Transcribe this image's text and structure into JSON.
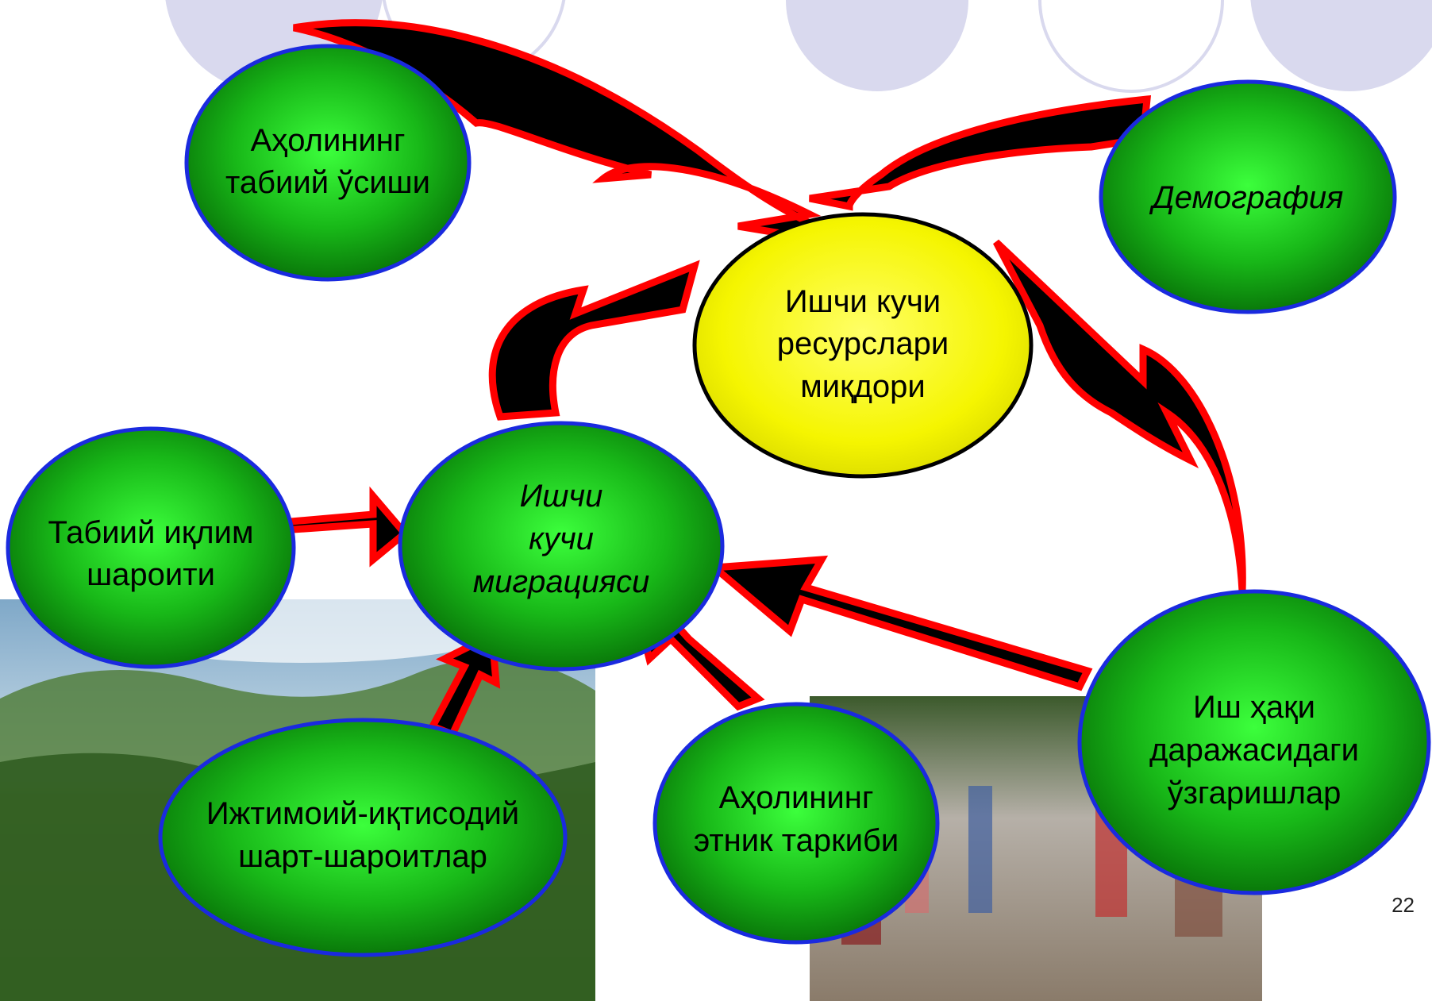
{
  "slide": {
    "page_number": "22",
    "colors": {
      "background": "#ffffff",
      "deco_circle": "#d9d9ee",
      "node_green": "#0a8a0a",
      "node_green_light": "#33ff33",
      "node_border": "#1a2adf",
      "center_yellow": "#ffff33",
      "arrow_fill": "#000000",
      "arrow_outline": "#ff0000"
    }
  },
  "nodes": {
    "center": {
      "lines": [
        "Ишчи кучи",
        "ресурслари",
        "миқдори"
      ]
    },
    "natural_growth": {
      "lines": [
        "Аҳолининг",
        "табиий ўсиши"
      ]
    },
    "demography": {
      "lines": [
        "Демография"
      ]
    },
    "migration": {
      "lines": [
        "Ишчи",
        "кучи",
        "миграцияси"
      ]
    },
    "climate": {
      "lines": [
        "Табиий иқлим",
        "шароити"
      ]
    },
    "socio_economic": {
      "lines": [
        "Ижтимоий-иқтисодий",
        "шарт-шароитлар"
      ]
    },
    "ethnic": {
      "lines": [
        "Аҳолининг",
        "этник таркиби"
      ]
    },
    "wage": {
      "lines": [
        "Иш ҳақи",
        "даражасидаги",
        "ўзгаришлар"
      ]
    }
  },
  "photos": {
    "left": {
      "subject": "landscape-photo"
    },
    "right": {
      "subject": "street-crowd-photo"
    }
  }
}
